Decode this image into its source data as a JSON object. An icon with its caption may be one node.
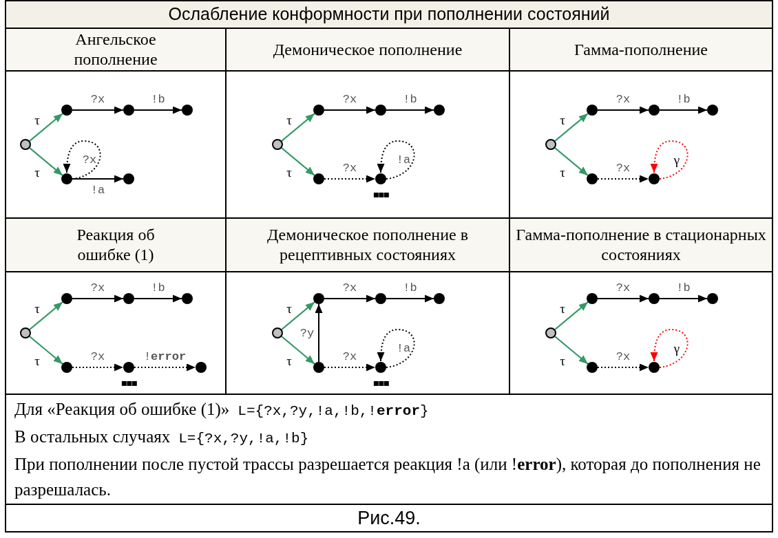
{
  "diagram": {
    "title": "Ослабление конформности при пополнении состояний",
    "caption": "Рис.49.",
    "nodes": [
      {
        "text": [
          "Ангельское пополнение"
        ]
      },
      {
        "text": [],
        "shape": "circle",
        "in": 0
      },
      {
        "text": [],
        "shape": "circle",
        "in": 0
      },
      {
        "text": [],
        "shape": "circle",
        "in": 0
      },
      {
        "text": [],
        "shape": "circle",
        "in": 0
      },
      {
        "text": [],
        "shape": "circle",
        "in": 0
      },
      {
        "text": [],
        "shape": "circle",
        "in": 0
      },
      {
        "text": [
          "Демоническое пополнение"
        ]
      },
      {
        "text": [],
        "shape": "circle",
        "in": 7
      },
      {
        "text": [],
        "shape": "circle",
        "in": 7
      },
      {
        "text": [],
        "shape": "circle",
        "in": 7
      },
      {
        "text": [],
        "shape": "circle",
        "in": 7
      },
      {
        "text": [],
        "shape": "circle",
        "in": 7
      },
      {
        "text": [],
        "shape": "circle",
        "in": 7,
        "beside": [
          "▪▪▪"
        ]
      },
      {
        "text": [
          "Гамма-пополнение"
        ]
      },
      {
        "text": [],
        "shape": "circle",
        "in": 14
      },
      {
        "text": [],
        "shape": "circle",
        "in": 14
      },
      {
        "text": [],
        "shape": "circle",
        "in": 14
      },
      {
        "text": [],
        "shape": "circle",
        "in": 14
      },
      {
        "text": [],
        "shape": "circle",
        "in": 14
      },
      {
        "text": [],
        "shape": "circle",
        "in": 14
      },
      {
        "text": [
          "Реакция об ошибке (1)"
        ]
      },
      {
        "text": [],
        "shape": "circle",
        "in": 21
      },
      {
        "text": [],
        "shape": "circle",
        "in": 21
      },
      {
        "text": [],
        "shape": "circle",
        "in": 21
      },
      {
        "text": [],
        "shape": "circle",
        "in": 21
      },
      {
        "text": [],
        "shape": "circle",
        "in": 21
      },
      {
        "text": [],
        "shape": "circle",
        "in": 21,
        "beside": [
          "▪▪▪"
        ]
      },
      {
        "text": [],
        "shape": "circle",
        "in": 21
      },
      {
        "text": [
          "Демоническое пополнение в рецептивных состояниях"
        ]
      },
      {
        "text": [],
        "shape": "circle",
        "in": 29
      },
      {
        "text": [],
        "shape": "circle",
        "in": 29
      },
      {
        "text": [],
        "shape": "circle",
        "in": 29
      },
      {
        "text": [],
        "shape": "circle",
        "in": 29
      },
      {
        "text": [],
        "shape": "circle",
        "in": 29
      },
      {
        "text": [],
        "shape": "circle",
        "in": 29,
        "beside": [
          "▪▪▪"
        ]
      },
      {
        "text": [
          "Гамма-пополнение в стационарных состояниях"
        ]
      },
      {
        "text": [],
        "shape": "circle",
        "in": 36
      },
      {
        "text": [],
        "shape": "circle",
        "in": 36
      },
      {
        "text": [],
        "shape": "circle",
        "in": 36
      },
      {
        "text": [],
        "shape": "circle",
        "in": 36
      },
      {
        "text": [],
        "shape": "circle",
        "in": 36
      },
      {
        "text": [],
        "shape": "circle",
        "in": 36
      }
    ],
    "edges": [
      {
        "from": 1,
        "to": 2,
        "arrow": "to",
        "label": "τ",
        "color": "#339966"
      },
      {
        "from": 2,
        "to": 3,
        "arrow": "to",
        "label": "?x"
      },
      {
        "from": 3,
        "to": 4,
        "arrow": "to",
        "label": "!b"
      },
      {
        "from": 1,
        "to": 5,
        "arrow": "to",
        "label": "τ",
        "color": "#339966"
      },
      {
        "from": 5,
        "to": 5,
        "arrow": "to",
        "label": "?x",
        "style": "dashed"
      },
      {
        "from": 5,
        "to": 6,
        "arrow": "to",
        "label": "!a"
      },
      {
        "from": 8,
        "to": 9,
        "arrow": "to",
        "label": "τ",
        "color": "#339966"
      },
      {
        "from": 9,
        "to": 10,
        "arrow": "to",
        "label": "?x"
      },
      {
        "from": 10,
        "to": 11,
        "arrow": "to",
        "label": "!b"
      },
      {
        "from": 8,
        "to": 12,
        "arrow": "to",
        "label": "τ",
        "color": "#339966"
      },
      {
        "from": 12,
        "to": 13,
        "arrow": "to",
        "label": "?x",
        "style": "dashed"
      },
      {
        "from": 13,
        "to": 13,
        "arrow": "to",
        "label": "!a",
        "style": "dashed"
      },
      {
        "from": 15,
        "to": 16,
        "arrow": "to",
        "label": "τ",
        "color": "#339966"
      },
      {
        "from": 16,
        "to": 17,
        "arrow": "to",
        "label": "?x"
      },
      {
        "from": 17,
        "to": 18,
        "arrow": "to",
        "label": "!b"
      },
      {
        "from": 15,
        "to": 19,
        "arrow": "to",
        "label": "τ",
        "color": "#339966"
      },
      {
        "from": 19,
        "to": 20,
        "arrow": "to",
        "label": "?x",
        "style": "dashed"
      },
      {
        "from": 20,
        "to": 20,
        "arrow": "to",
        "label": "γ",
        "style": "dashed",
        "color": "#ff0000"
      },
      {
        "from": 22,
        "to": 23,
        "arrow": "to",
        "label": "τ",
        "color": "#339966"
      },
      {
        "from": 23,
        "to": 24,
        "arrow": "to",
        "label": "?x"
      },
      {
        "from": 24,
        "to": 25,
        "arrow": "to",
        "label": "!b"
      },
      {
        "from": 22,
        "to": 26,
        "arrow": "to",
        "label": "τ",
        "color": "#339966"
      },
      {
        "from": 26,
        "to": 27,
        "arrow": "to",
        "label": "?x",
        "style": "dashed"
      },
      {
        "from": 27,
        "to": 28,
        "arrow": "to",
        "label": "!**error**",
        "style": "dashed"
      },
      {
        "from": 30,
        "to": 31,
        "arrow": "to",
        "label": "τ",
        "color": "#339966"
      },
      {
        "from": 31,
        "to": 32,
        "arrow": "to",
        "label": "?x"
      },
      {
        "from": 32,
        "to": 33,
        "arrow": "to",
        "label": "!b"
      },
      {
        "from": 30,
        "to": 34,
        "arrow": "to",
        "label": "τ",
        "color": "#339966"
      },
      {
        "from": 34,
        "to": 35,
        "arrow": "to",
        "label": "?x",
        "style": "dashed"
      },
      {
        "from": 35,
        "to": 35,
        "arrow": "to",
        "label": "!a",
        "style": "dashed"
      },
      {
        "from": 34,
        "to": 31,
        "arrow": "to",
        "label": "?y"
      },
      {
        "from": 37,
        "to": 38,
        "arrow": "to",
        "label": "τ",
        "color": "#339966"
      },
      {
        "from": 38,
        "to": 39,
        "arrow": "to",
        "label": "?x"
      },
      {
        "from": 39,
        "to": 40,
        "arrow": "to",
        "label": "!b"
      },
      {
        "from": 37,
        "to": 41,
        "arrow": "to",
        "label": "τ",
        "color": "#339966"
      },
      {
        "from": 41,
        "to": 42,
        "arrow": "to",
        "label": "?x",
        "style": "dashed"
      },
      {
        "from": 42,
        "to": 42,
        "arrow": "to",
        "label": "γ",
        "style": "dashed",
        "color": "#ff0000"
      }
    ],
    "labels": [
      "Для «Реакция об ошибке (1)»",
      "L={?x,?y,!a,!b,!**error**}",
      "В остальных случаях",
      "L={?x,?y,!a,!b}",
      "При пополнении после пустой трассы разрешается реакция !a (или !**error**), которая до пополнения не разрешалась."
    ]
  }
}
